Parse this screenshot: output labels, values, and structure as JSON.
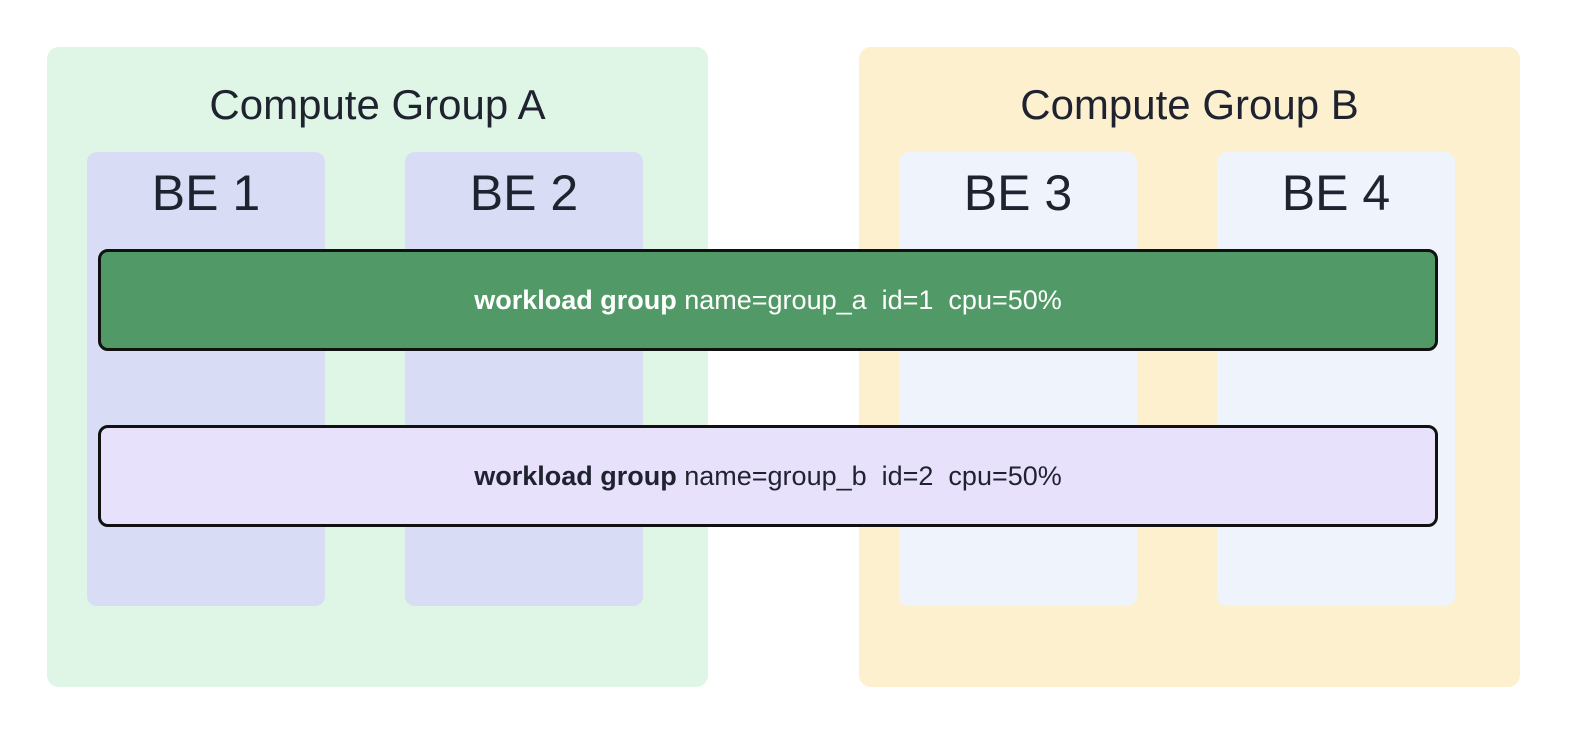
{
  "compute_groups": [
    {
      "title": "Compute Group A",
      "color": "#dff5e6"
    },
    {
      "title": "Compute Group B",
      "color": "#fdf0cf"
    }
  ],
  "backends": [
    {
      "label": "BE 1",
      "group": "A",
      "color": "#d8dcf4"
    },
    {
      "label": "BE 2",
      "group": "A",
      "color": "#d8dcf4"
    },
    {
      "label": "BE 3",
      "group": "B",
      "color": "#eef3fc"
    },
    {
      "label": "BE 4",
      "group": "B",
      "color": "#eef3fc"
    }
  ],
  "workload_groups": [
    {
      "heading": "workload group",
      "details": "name=group_a  id=1  cpu=50%",
      "color": "#519966"
    },
    {
      "heading": "workload group",
      "details": "name=group_b  id=2  cpu=50%",
      "color": "#e8e1fc"
    }
  ]
}
